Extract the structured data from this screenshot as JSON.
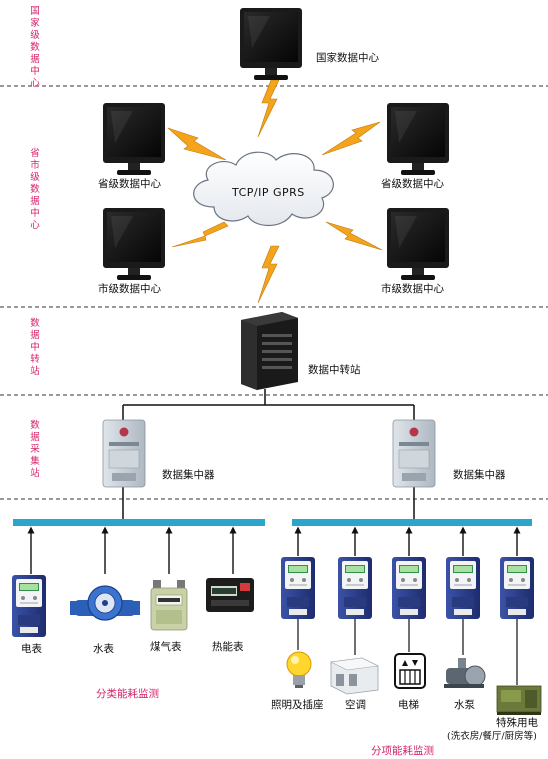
{
  "tiers": {
    "national": "国家级数据中心",
    "provincial_municipal": "省市级数据中心",
    "relay": "数据中转站",
    "collection": "数据采集站"
  },
  "labels": {
    "national_center": "国家数据中心",
    "provincial_left": "省级数据中心",
    "provincial_right": "省级数据中心",
    "municipal_left": "市级数据中心",
    "municipal_right": "市级数据中心",
    "network_cloud": "TCP/IP GPRS",
    "relay_station": "数据中转站",
    "concentrator_left": "数据集中器",
    "concentrator_right": "数据集中器"
  },
  "classified_meters": {
    "items": [
      "电表",
      "水表",
      "煤气表",
      "热能表"
    ],
    "caption": "分类能耗监测"
  },
  "itemized_loads": {
    "items": [
      "照明及插座",
      "空调",
      "电梯",
      "水泵",
      "特殊用电"
    ],
    "special_note": "(洗衣房/餐厅/厨房等)",
    "caption": "分项能耗监测"
  },
  "colors": {
    "tier_label": "#d4236a",
    "bus": "#2aa6cc",
    "lightning": "#f4a41c",
    "dash_line": "#333333",
    "meter_body": "#2b3f8f"
  }
}
